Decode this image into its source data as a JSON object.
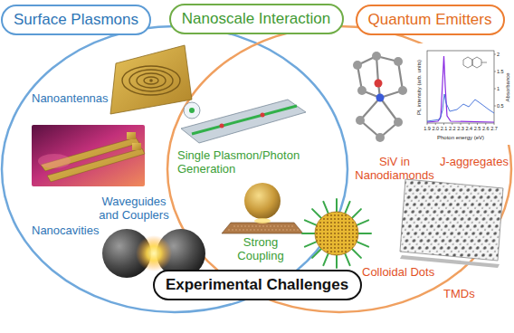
{
  "diagram": {
    "nodes": [
      {
        "text": [
          "Surface Plasmons"
        ]
      },
      {
        "text": [
          "Nanoscale Interaction"
        ]
      },
      {
        "text": [
          "Quantum Emitters"
        ]
      },
      {
        "text": [
          "Experimental Challenges"
        ]
      }
    ],
    "labels": [
      "Nanoantennas",
      "Waveguides and Couplers",
      "Nanocavities",
      "Single Plasmon/Photon Generation",
      "Strong Coupling",
      "SiV in Nanodiamonds",
      "J-aggregates",
      "Colloidal Dots",
      "TMDs",
      "PL intensity (arb. units)",
      "Absorbance",
      "Photon energy (eV)",
      "1.9",
      "2.0",
      "2.1",
      "2.2",
      "2.3",
      "2.4",
      "2.5",
      "2.6",
      "2.7",
      "0.5",
      "1",
      "1.5",
      "2"
    ]
  }
}
